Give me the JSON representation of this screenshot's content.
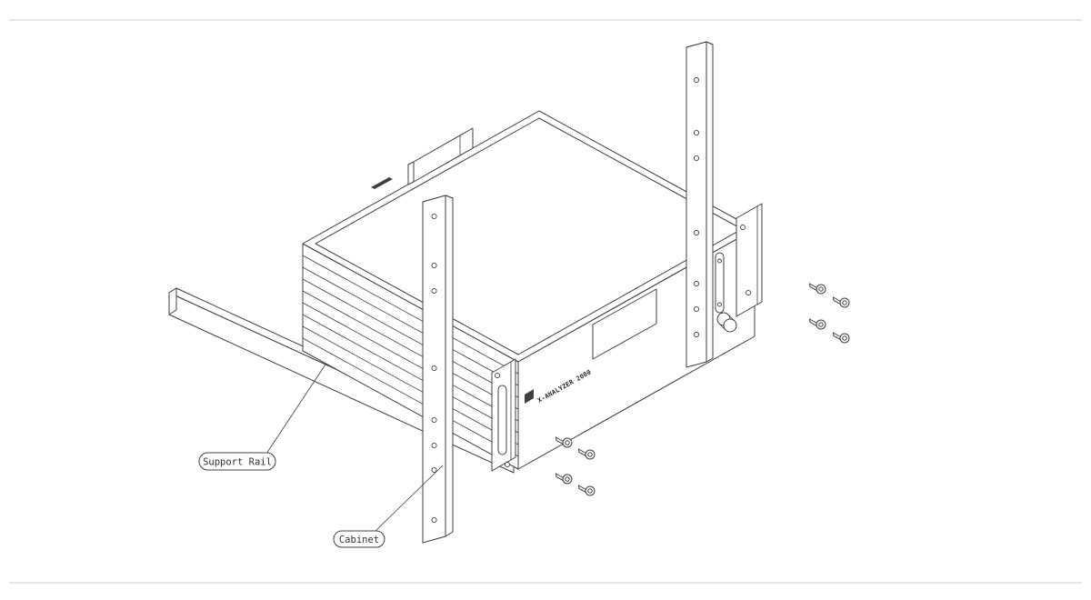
{
  "page": {
    "background": "#ffffff",
    "border_color": "#d4d8dc"
  },
  "diagram": {
    "type": "isometric-rack-mounting-drawing",
    "line_color": "#3d4043",
    "callouts": {
      "support_rail": "Support Rail",
      "cabinet": "Cabinet"
    },
    "front_panel": {
      "model_text": "X-ANALYZER 2000"
    }
  }
}
